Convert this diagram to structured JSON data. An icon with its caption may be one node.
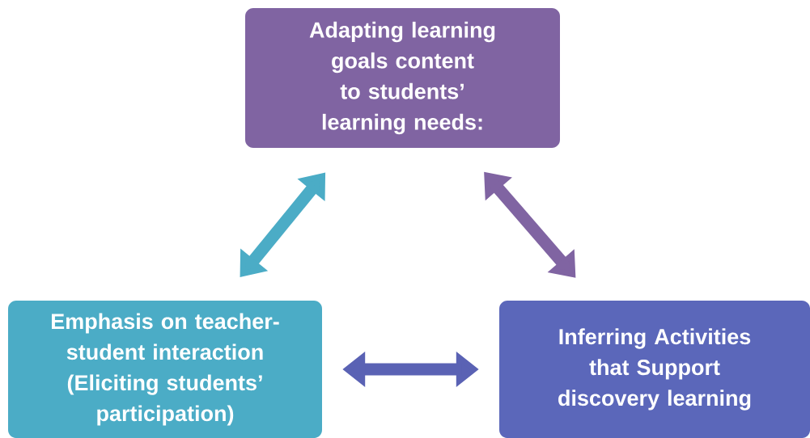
{
  "diagram": {
    "nodes": [
      {
        "text": [
          "Adapting learning goals content to students’ learning needs:"
        ]
      },
      {
        "text": [
          "Emphasis on teacher-student interaction (Eliciting students’ participation)"
        ]
      },
      {
        "text": [
          "Inferring Activities that Support discovery learning"
        ]
      }
    ],
    "edges": [
      {
        "from": 0,
        "to": 1,
        "arrow": "both",
        "color": "#4bacc6"
      },
      {
        "from": 0,
        "to": 2,
        "arrow": "both",
        "color": "#8064a2"
      },
      {
        "from": 1,
        "to": 2,
        "arrow": "both",
        "color": "#5a62b4"
      }
    ]
  }
}
